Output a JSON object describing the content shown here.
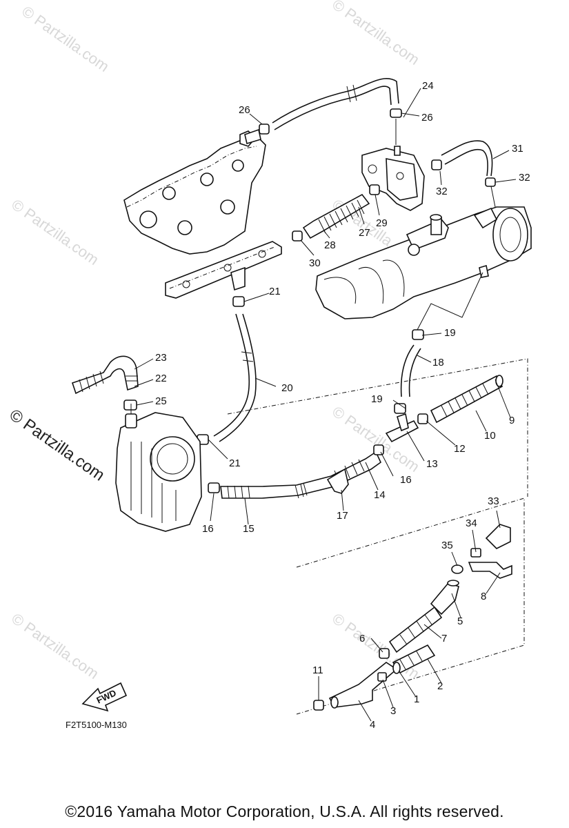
{
  "watermark": {
    "text": "© Partzilla.com",
    "prominent_text": "© Partzilla.com"
  },
  "diagram_code": "F2T5100-M130",
  "fwd_label": "FWD",
  "copyright": "©2016  Yamaha Motor Corporation, U.S.A. All rights reserved.",
  "callouts": [
    "1",
    "2",
    "3",
    "4",
    "5",
    "6",
    "7",
    "8",
    "9",
    "10",
    "11",
    "12",
    "13",
    "14",
    "15",
    "16",
    "16",
    "17",
    "18",
    "19",
    "19",
    "20",
    "21",
    "21",
    "22",
    "23",
    "24",
    "25",
    "26",
    "26",
    "27",
    "28",
    "29",
    "30",
    "31",
    "32",
    "32",
    "33",
    "34",
    "35"
  ]
}
